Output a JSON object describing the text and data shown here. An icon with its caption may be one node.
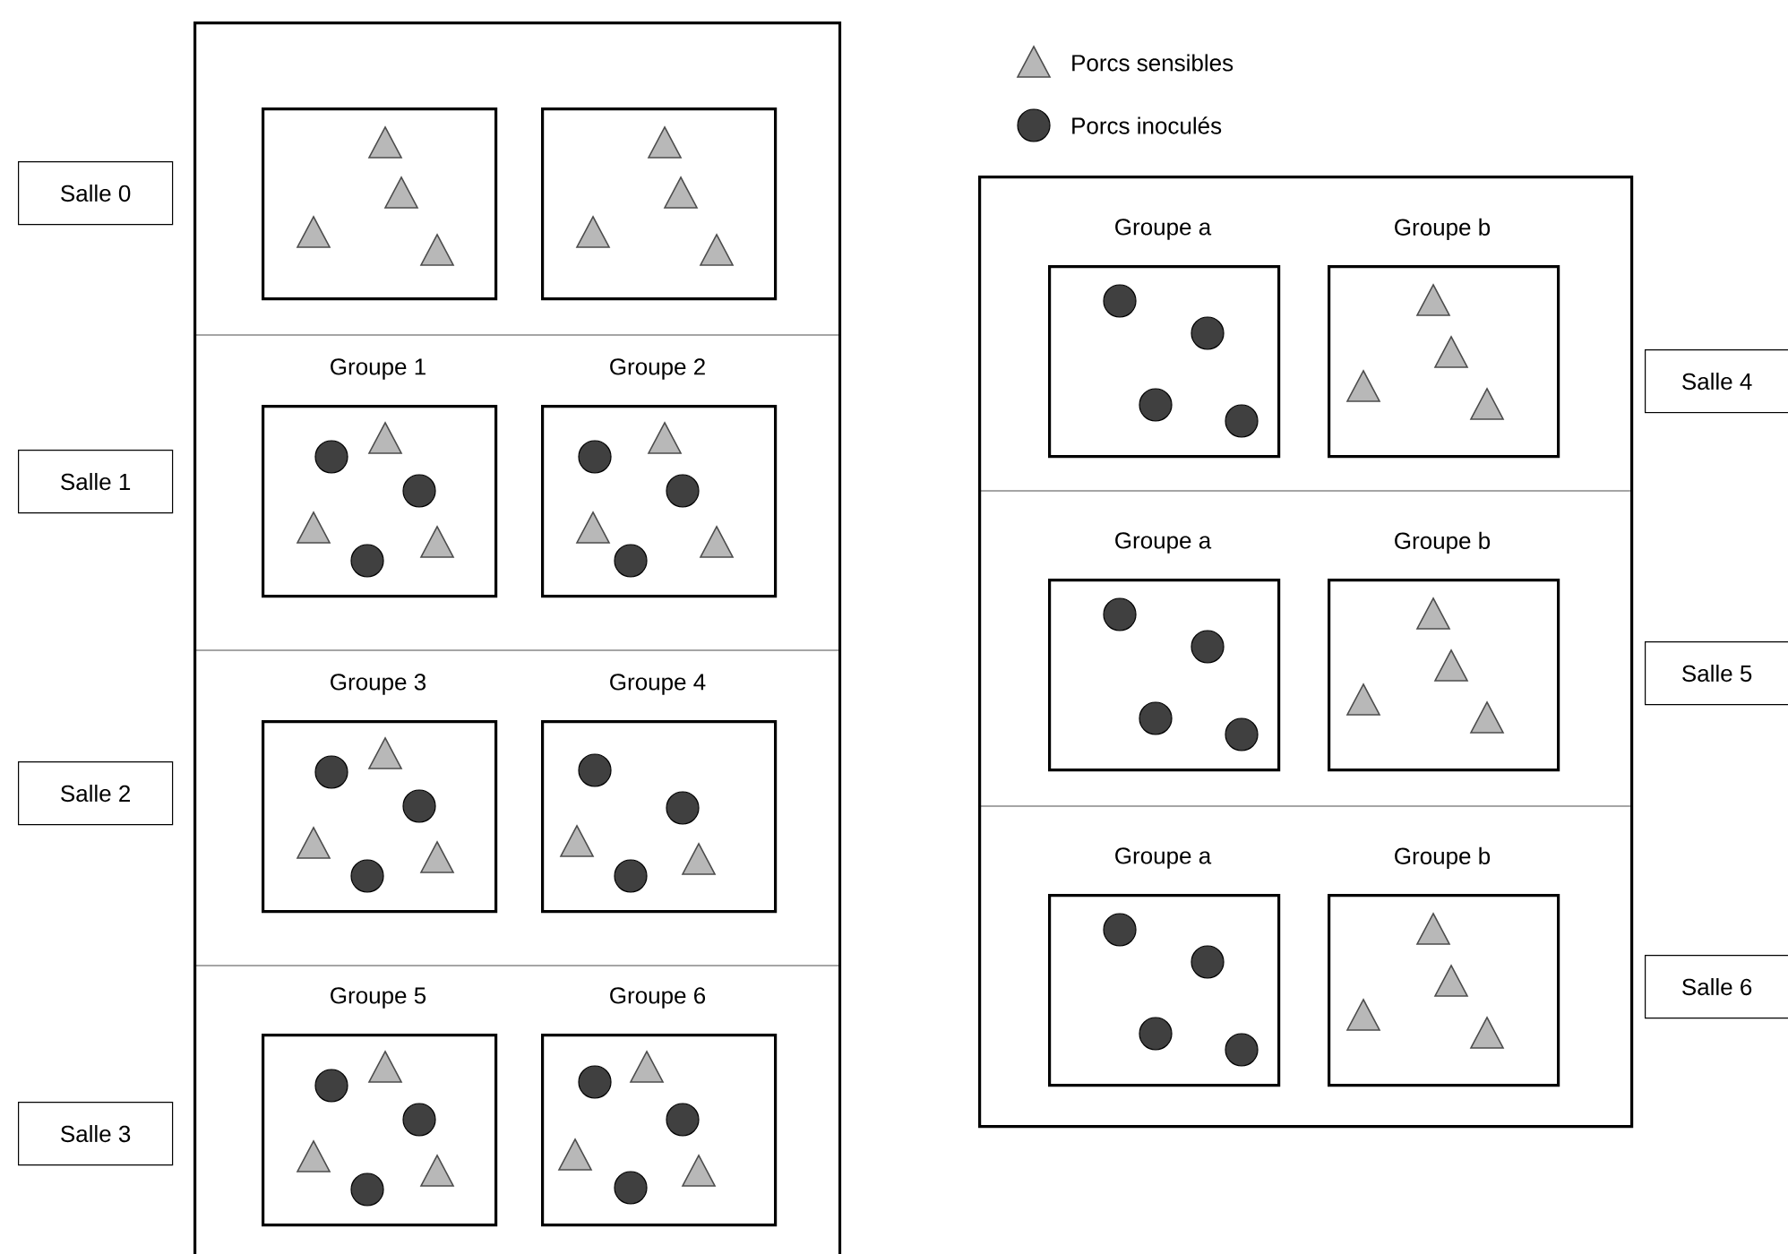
{
  "diagram": {
    "nodes": [
      {
        "text": [],
        "shape": "box"
      },
      {
        "text": [],
        "shape": "box",
        "in": 0
      },
      {
        "text": [],
        "shape": "box",
        "in": 0
      },
      {
        "text": [
          "Groupe 1"
        ],
        "in": 0
      },
      {
        "text": [
          "Groupe 2"
        ],
        "in": 0
      },
      {
        "text": [
          "Groupe 3"
        ],
        "in": 0
      },
      {
        "text": [
          "Groupe 4"
        ],
        "in": 0
      },
      {
        "text": [
          "Groupe 5"
        ],
        "in": 0
      },
      {
        "text": [
          "Groupe 6"
        ],
        "in": 0
      },
      {
        "text": [],
        "shape": "box"
      },
      {
        "text": [
          "Groupe a"
        ],
        "in": 9
      },
      {
        "text": [
          "Groupe b"
        ],
        "in": 9
      },
      {
        "text": [
          "Groupe a"
        ],
        "in": 9
      },
      {
        "text": [
          "Groupe b"
        ],
        "in": 9
      },
      {
        "text": [
          "Groupe a"
        ],
        "in": 9
      },
      {
        "text": [
          "Groupe b"
        ],
        "in": 9
      },
      {
        "text": [
          "Salle  0"
        ]
      },
      {
        "text": [
          "Salle 1"
        ]
      },
      {
        "text": [
          "Salle 2"
        ]
      },
      {
        "text": [
          "Salle 3"
        ]
      },
      {
        "text": [
          "Salle 4"
        ]
      },
      {
        "text": [
          "Salle 5"
        ]
      },
      {
        "text": [
          "Salle 6"
        ]
      }
    ],
    "edges": [],
    "legend": [
      {
        "text": "Porcs sensibles"
      },
      {
        "text": "Porcs inoculés"
      }
    ]
  }
}
